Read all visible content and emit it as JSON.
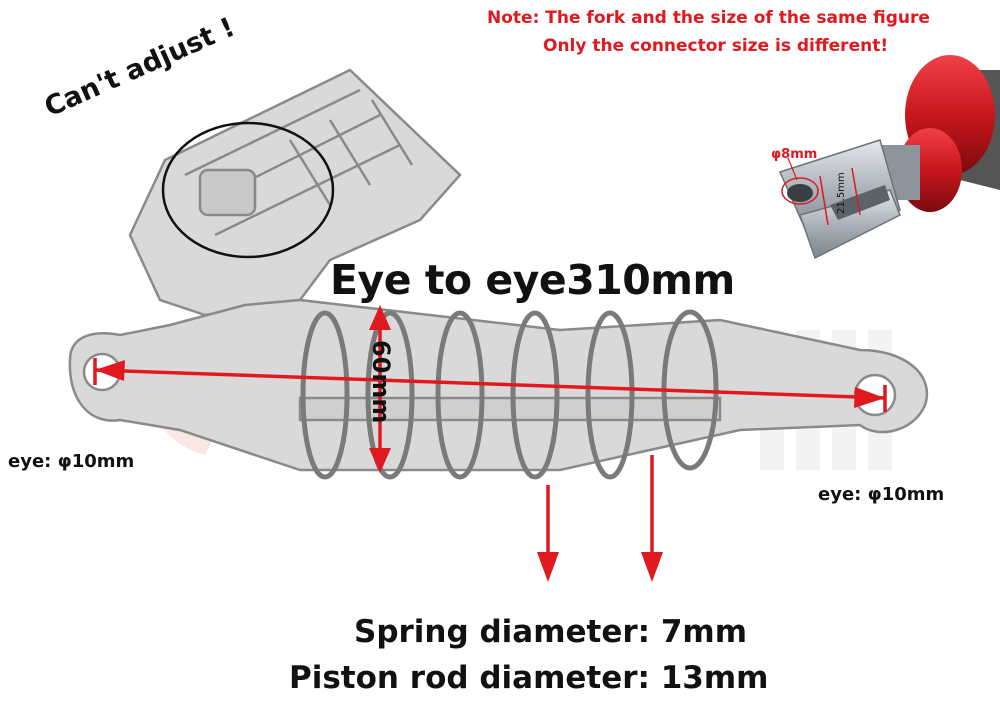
{
  "note": {
    "line1": "Note: The fork and the size of the same figure",
    "line2": "Only the connector size is different!"
  },
  "labels": {
    "cant_adjust": "Can't adjust !",
    "eye_to_eye": "Eye to eye310mm",
    "length_60": "60mm",
    "eye_left": "eye: φ10mm",
    "eye_right": "eye: φ10mm",
    "spring_diameter": "Spring diameter: 7mm",
    "piston_rod_diameter": "Piston rod diameter: 13mm"
  },
  "inset": {
    "hole_label": "φ8mm",
    "depth_label": "21.5mm"
  },
  "colors": {
    "accent_red": "#e0191f",
    "anodized_red": "#c8161c",
    "sketch_gray": "#8a8a8a",
    "sketch_fill": "#d9d9d9"
  }
}
